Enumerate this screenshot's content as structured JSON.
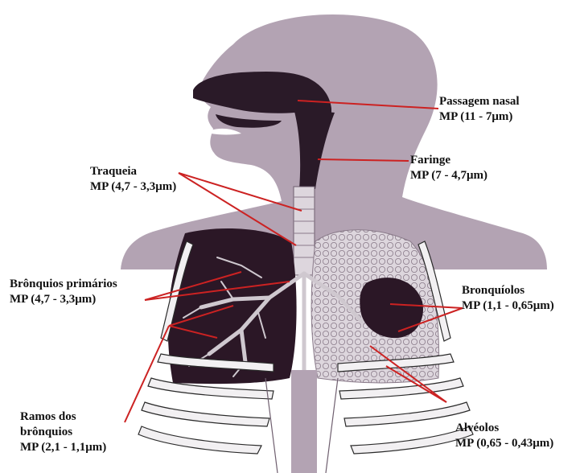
{
  "colors": {
    "background": "#ffffff",
    "silhouette": "#b3a3b3",
    "airway": "#2a1a28",
    "lung_dark": "#2b1726",
    "lung_light": "#ddd6dd",
    "ribs": "#f2f0f2",
    "rib_outline": "#2a2a2a",
    "leader_line": "#cc2222",
    "label_text": "#111111"
  },
  "labels": [
    {
      "id": "passagem-nasal",
      "title": "Passagem nasal",
      "value": "MP (11 - 7μm)"
    },
    {
      "id": "faringe",
      "title": "Faringe",
      "value": "MP (7 - 4,7μm)"
    },
    {
      "id": "traqueia",
      "title": "Traqueia",
      "value": "MP (4,7 - 3,3μm)"
    },
    {
      "id": "bronquios-primarios",
      "title": "Brônquios primários",
      "value": "MP (4,7 - 3,3μm)"
    },
    {
      "id": "bronquiolos",
      "title": "Bronquíolos",
      "value": "MP (1,1 - 0,65μm)"
    },
    {
      "id": "alveolos",
      "title": "Alvéolos",
      "value": "MP (0,65 - 0,43μm)"
    },
    {
      "id": "ramos-dos-bronquios",
      "title_line1": "Ramos dos",
      "title_line2": "brônquios",
      "value": "MP (2,1 - 1,1μm)"
    }
  ]
}
